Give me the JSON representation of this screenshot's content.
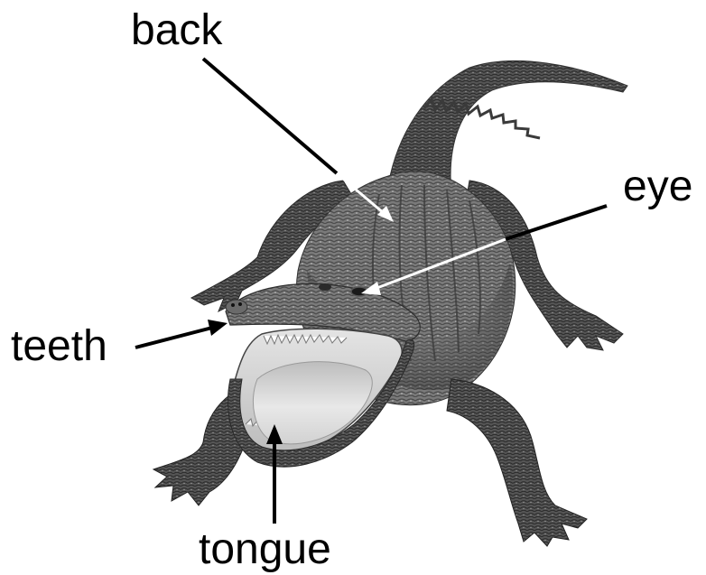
{
  "labels": {
    "back": "back",
    "eye": "eye",
    "teeth": "teeth",
    "tongue": "tongue"
  },
  "colors": {
    "background": "#ffffff",
    "text": "#000000",
    "arrow": "#000000",
    "arrow_on_photo": "#ffffff"
  },
  "image": {
    "subject": "alligator-photo",
    "style": "grayscale"
  }
}
